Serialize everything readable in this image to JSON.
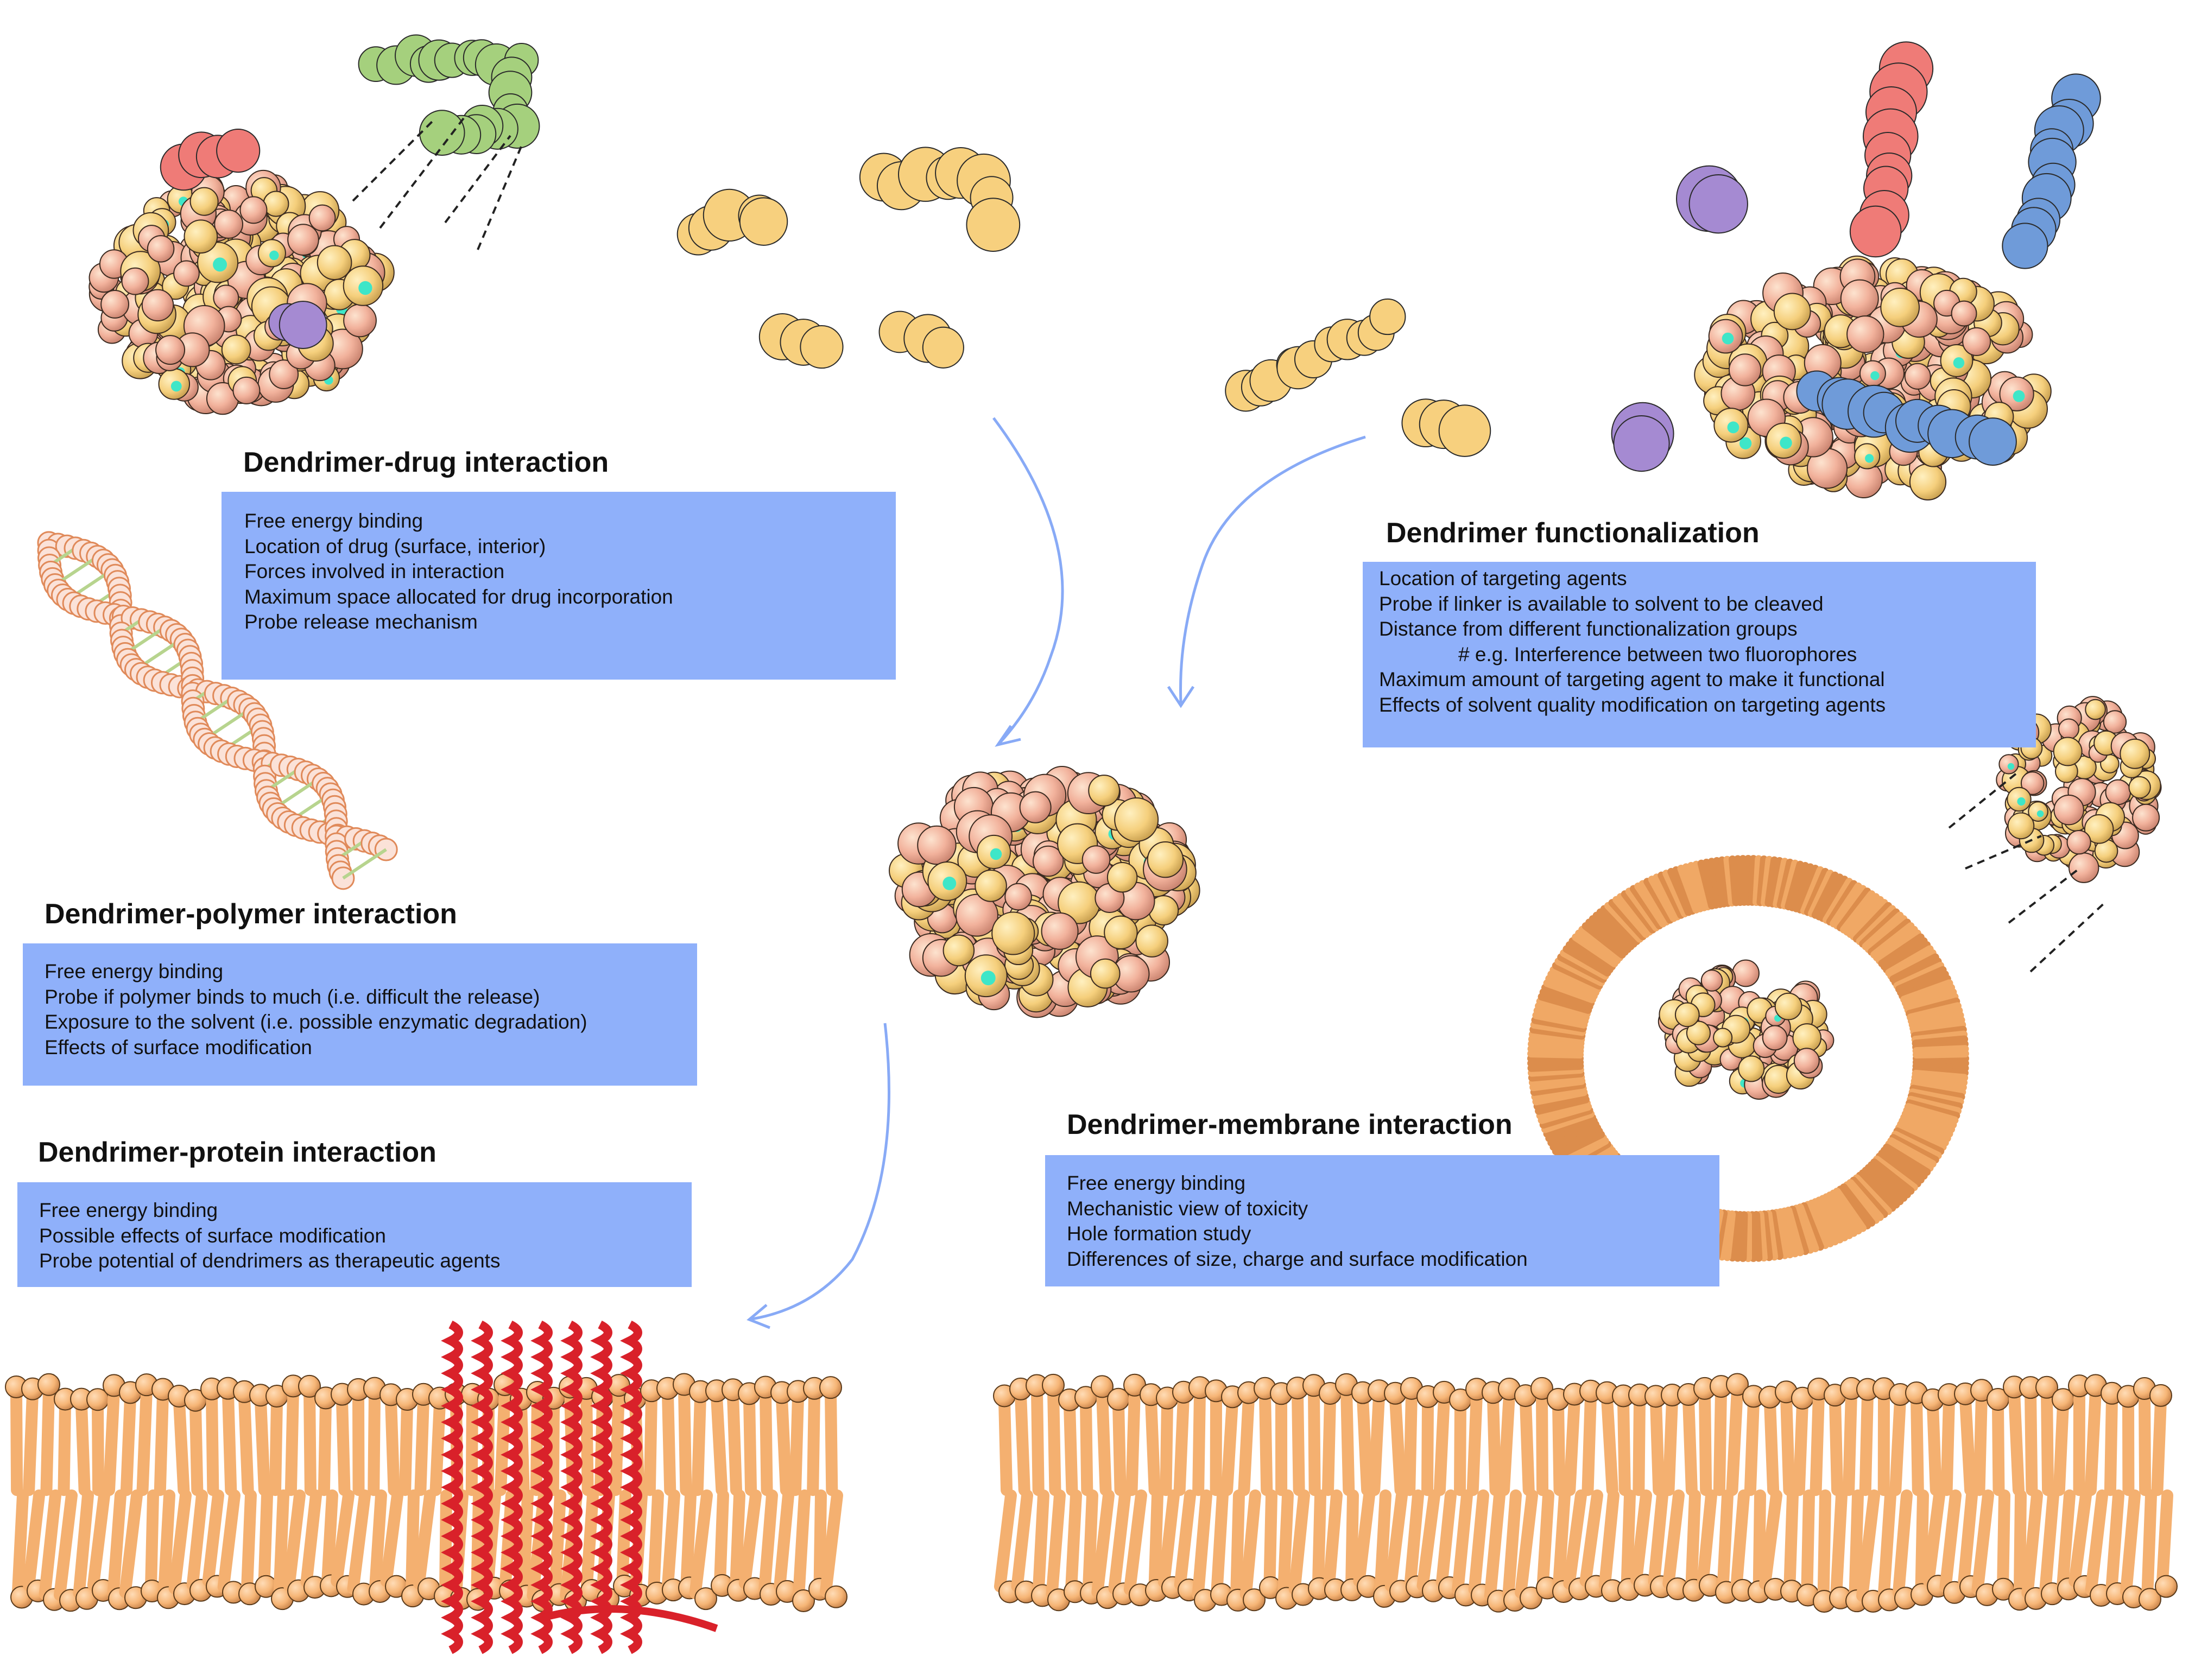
{
  "colors": {
    "box_fill": "#8fb0fa",
    "arrow": "#88aaf6",
    "lipid": "#f6b576",
    "lipid_head": "#f29a5a",
    "protein": "#d9212a",
    "dendrimer_surface": "#f3b7a2",
    "dendrimer_core": "#f7d07e",
    "drug_green": "#a5d07d",
    "drug_red": "#ef7b77",
    "drug_purple": "#a58ad2",
    "drug_blue": "#6f9bd9",
    "accent_cyan": "#3ee6c8"
  },
  "panels": {
    "drug": {
      "title": "Dendrimer-drug interaction",
      "items": [
        "Free energy binding",
        "Location of drug (surface, interior)",
        "Forces involved in interaction",
        "Maximum space allocated for drug incorporation",
        "Probe release mechanism"
      ]
    },
    "functionalization": {
      "title": "Dendrimer functionalization",
      "items": [
        "Location of targeting agents",
        "Probe if linker is available to solvent to be cleaved",
        "Distance from different functionalization groups",
        "# e.g. Interference between two fluorophores",
        "Maximum amount of targeting agent to make it functional",
        "Effects of solvent quality modification on targeting agents"
      ]
    },
    "polymer": {
      "title": "Dendrimer-polymer interaction",
      "items": [
        "Free energy binding",
        "Probe if polymer binds to much (i.e. difficult the release)",
        "Exposure to the solvent (i.e. possible enzymatic degradation)",
        "Effects of surface modification"
      ]
    },
    "protein": {
      "title": "Dendrimer-protein interaction",
      "items": [
        "Free energy binding",
        "Possible effects of surface modification",
        "Probe potential of dendrimers as therapeutic agents"
      ]
    },
    "membrane": {
      "title": "Dendrimer-membrane interaction",
      "items": [
        "Free energy binding",
        "Mechanistic view of toxicity",
        "Hole formation study",
        "Differences of size, charge and surface modification"
      ]
    }
  },
  "illustrations": [
    "dendrimer-drug-complex",
    "free-drug-molecules",
    "dna-polymer-helix",
    "central-dendrimer",
    "functional-molecules",
    "functionalized-dendrimer",
    "vesicle-with-dendrimer",
    "zoomed-dendrimer",
    "bilayer-with-protein",
    "lipid-bilayer"
  ]
}
